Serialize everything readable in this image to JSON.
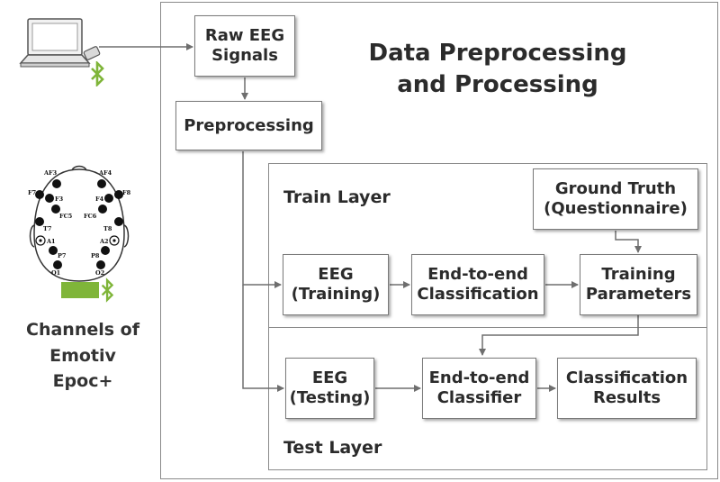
{
  "diagram": {
    "title": "Data Preprocessing\nand Processing",
    "raw_eeg": "Raw EEG\nSignals",
    "preprocessing": "Preprocessing",
    "train_layer": "Train Layer",
    "test_layer": "Test Layer",
    "ground_truth": "Ground Truth\n(Questionnaire)",
    "eeg_training": "EEG\n(Training)",
    "e2e_classification": "End-to-end\nClassification",
    "training_parameters": "Training\nParameters",
    "eeg_testing": "EEG\n(Testing)",
    "e2e_classifier": "End-to-end\nClassifier",
    "classification_results": "Classification\nResults",
    "headset_caption": "Channels of\nEmotiv\nEpoc+"
  },
  "headset": {
    "channels": {
      "af3": "AF3",
      "af4": "AF4",
      "f7": "F7",
      "f8": "F8",
      "f3": "F3",
      "f4": "F4",
      "fc5": "FC5",
      "fc6": "FC6",
      "t7": "T7",
      "t8": "T8",
      "a1": "A1",
      "a2": "A2",
      "p7": "P7",
      "p8": "P8",
      "o1": "O1",
      "o2": "O2"
    }
  },
  "colors": {
    "bluetooth": "#7fb539",
    "box_border": "#7a7a7a",
    "arrow": "#6e6e6e"
  },
  "icons": [
    "laptop-icon",
    "usb-dongle-icon",
    "bluetooth-icon",
    "eeg-headset-icon"
  ]
}
